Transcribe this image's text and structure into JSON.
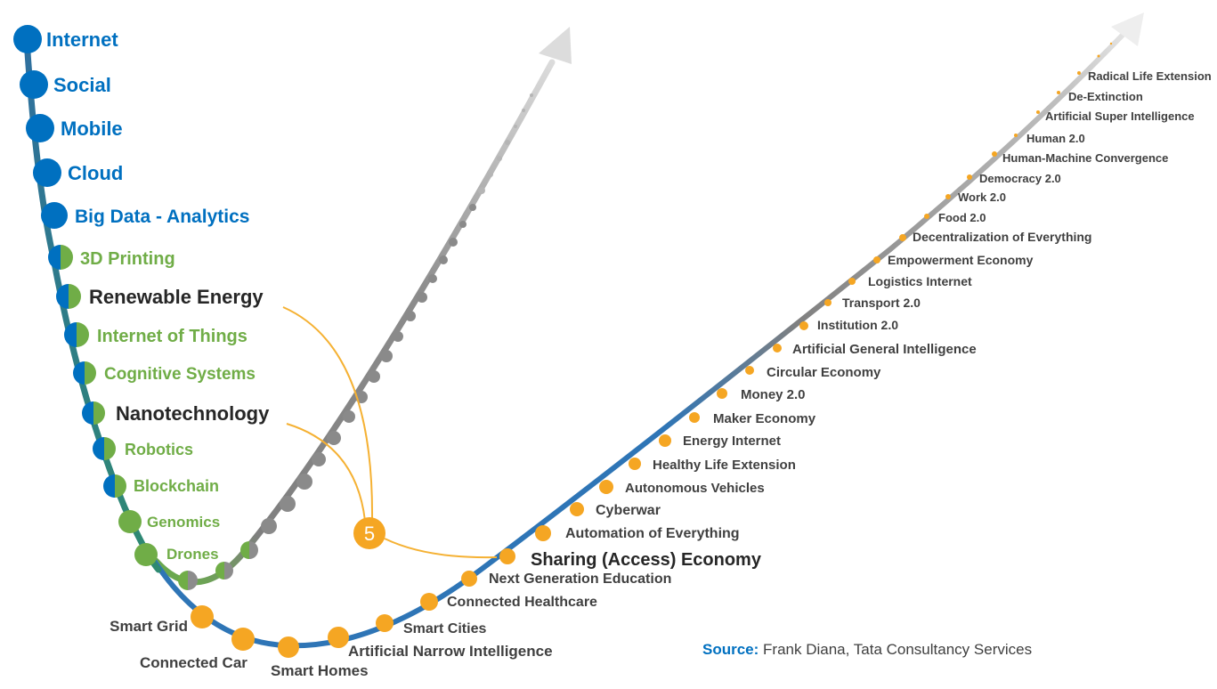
{
  "colors": {
    "blue": "#0070c0",
    "green": "#70ad47",
    "orange": "#f5a623",
    "gray": "#7f7f7f",
    "dark_text": "#262626",
    "label_text": "#404040",
    "curve_blue": "#2e75b6",
    "curve_teal": "#2e8b8b"
  },
  "icons": {
    "callout_badge": "orange-circle-badge",
    "arrowhead": "gray-arrowhead"
  },
  "callout": {
    "number": "5"
  },
  "source": {
    "label": "Source:",
    "text": "Frank Diana, Tata Consultancy Services"
  },
  "waves": {
    "wave1_labels": [
      "Internet",
      "Social",
      "Mobile",
      "Cloud",
      "Big Data - Analytics",
      "3D Printing",
      "Renewable Energy",
      "Internet of Things",
      "Cognitive Systems",
      "Nanotechnology",
      "Robotics",
      "Blockchain",
      "Genomics",
      "Drones"
    ],
    "wave3_labels": [
      "Smart Grid",
      "Connected Car",
      "Smart Homes",
      "Artificial Narrow Intelligence",
      "Smart Cities",
      "Connected Healthcare",
      "Next Generation Education",
      "Sharing (Access) Economy",
      "Automation of Everything",
      "Cyberwar",
      "Autonomous Vehicles",
      "Healthy Life Extension",
      "Energy Internet",
      "Maker Economy",
      "Money 2.0",
      "Circular Economy",
      "Artificial General Intelligence",
      "Institution 2.0",
      "Transport 2.0",
      "Logistics Internet",
      "Empowerment Economy",
      "Decentralization of Everything",
      "Food 2.0",
      "Work 2.0",
      "Democracy 2.0",
      "Human-Machine Convergence",
      "Human 2.0",
      "Artificial Super Intelligence",
      "De-Extinction",
      "Radical Life Extension"
    ]
  }
}
